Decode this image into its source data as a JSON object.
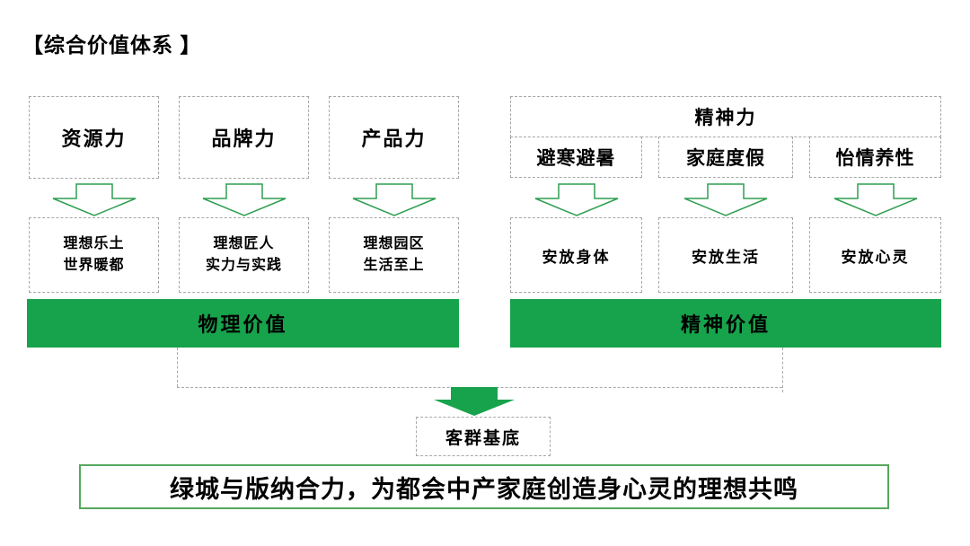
{
  "title": "【综合价值体系 】",
  "colors": {
    "bar_green": "#17a34c",
    "arrow_green": "#17a34c",
    "arrow_outline_green": "#2f9e50",
    "dashed_border_gray": "#a6a6a6",
    "conclusion_border_green": "#55a85e"
  },
  "physical": {
    "columns": [
      {
        "driver": "资源力",
        "value_line1": "理想乐土",
        "value_line2": "世界暖都"
      },
      {
        "driver": "品牌力",
        "value_line1": "理想匠人",
        "value_line2": "实力与实践"
      },
      {
        "driver": "产品力",
        "value_line1": "理想园区",
        "value_line2": "生活至上"
      }
    ],
    "bar_label": "物理价值"
  },
  "spiritual": {
    "header": "精神力",
    "columns": [
      {
        "driver": "避寒避暑",
        "value": "安放身体"
      },
      {
        "driver": "家庭度假",
        "value": "安放生活"
      },
      {
        "driver": "怡情养性",
        "value": "安放心灵"
      }
    ],
    "bar_label": "精神价值"
  },
  "funnel": {
    "label": "客群基底"
  },
  "conclusion": "绿城与版纳合力，为都会中产家庭创造身心灵的理想共鸣"
}
